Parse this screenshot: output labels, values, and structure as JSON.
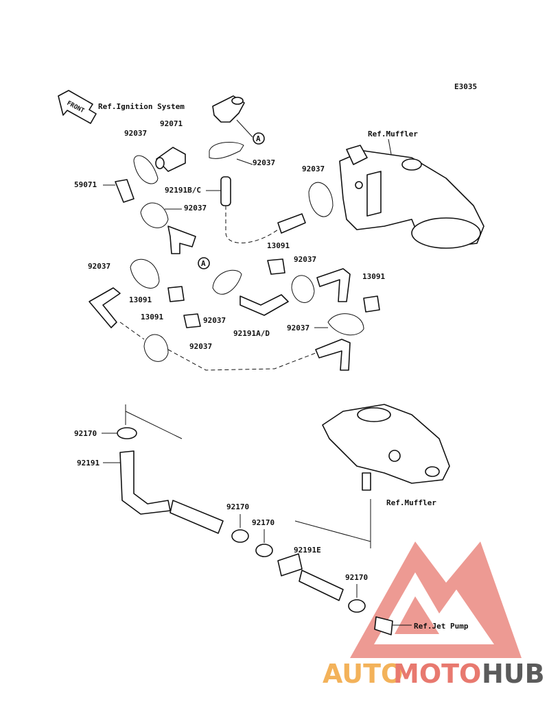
{
  "diagram_code": "E3035",
  "front_label": "FRONT",
  "refs": {
    "ignition": "Ref.Ignition System",
    "muffler_top": "Ref.Muffler",
    "muffler_bottom": "Ref.Muffler",
    "jet_pump": "Ref.Jet Pump"
  },
  "callout_letter": "A",
  "parts": {
    "p92071": "92071",
    "p92037_1": "92037",
    "p92037_2": "92037",
    "p59071": "59071",
    "p92191bc": "92191B/C",
    "p92037_3": "92037",
    "p92037_4": "92037",
    "p13091_1": "13091",
    "p92037_5": "92037",
    "p92037_6": "92037",
    "p13091_2": "13091",
    "p13091_3": "13091",
    "p13091_4": "13091",
    "p92037_7": "92037",
    "p92037_8": "92037",
    "p92037_9": "92037",
    "p92191ad": "92191A/D",
    "p92170_1": "92170",
    "p92191": "92191",
    "p92170_2": "92170",
    "p92170_3": "92170",
    "p92191e": "92191E",
    "p92170_4": "92170"
  },
  "watermark": {
    "part1": "AUTO",
    "part2": "MOTO",
    "part3": "HUB",
    "logo_color": "#e8796f"
  }
}
